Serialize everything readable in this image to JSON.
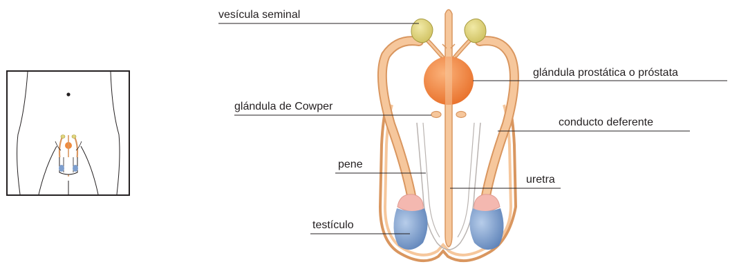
{
  "labels": {
    "seminal_vesicle": "vesícula seminal",
    "prostate": "glándula prostática o próstata",
    "cowper": "glándula de Cowper",
    "vas_deferens": "conducto deferente",
    "penis": "pene",
    "urethra": "uretra",
    "testicle": "testículo"
  },
  "colors": {
    "duct": "#f6c79c",
    "duct_outline": "#d9965f",
    "prostate": "#f08a3c",
    "vesicle": "#e2d77e",
    "testicle": "#7e9fce",
    "epididymis": "#f4b8b0",
    "leader": "#231f20"
  }
}
